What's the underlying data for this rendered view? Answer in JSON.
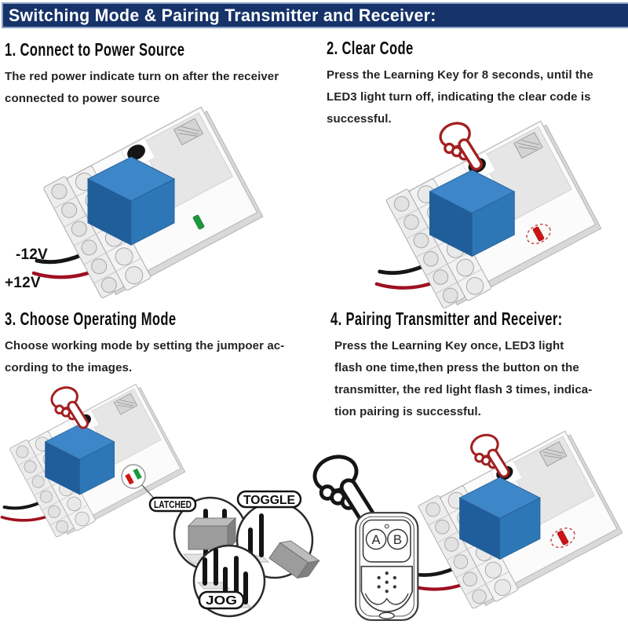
{
  "title": "Switching Mode & Pairing Transmitter and Receiver:",
  "steps": [
    {
      "heading": "1. Connect to Power Source",
      "body": "The red power indicate turn on after the receiver\nconnected to power source"
    },
    {
      "heading": "2. Clear Code",
      "body": "Press the Learning Key for 8 seconds, until the\nLED3 light turn off, indicating the clear code is\nsuccessful."
    },
    {
      "heading": "3. Choose Operating Mode",
      "body": "Choose working mode by setting the jumpoer ac-\ncording to the images."
    },
    {
      "heading": "4. Pairing Transmitter and Receiver:",
      "body": "Press the Learning Key once, LED3 light\nflash one time,then press the button on the\ntransmitter, the red light flash 3 times, indica-\ntion pairing is successful."
    }
  ],
  "wire_labels": {
    "negative": "-12V",
    "positive": "+12V"
  },
  "jumper_modes": [
    "LATCHED",
    "TOGGLE",
    "JOG"
  ],
  "remote": {
    "button_a": "A",
    "button_b": "B"
  },
  "colors": {
    "title_bg": "#16336a",
    "relay_blue": "#2d77b6",
    "wire_red": "#9e1020",
    "led_red": "#cf1212",
    "led_green": "#1a9a3c",
    "hand_red": "#a32020"
  }
}
